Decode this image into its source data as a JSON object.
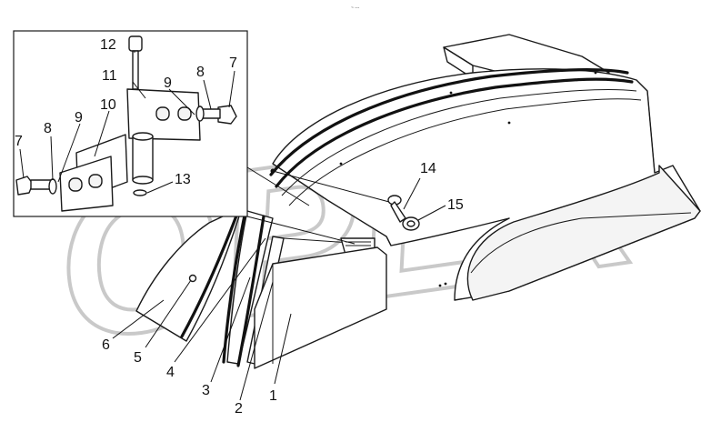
{
  "watermark": {
    "text": "OPEX"
  },
  "header_mark": "~ ---",
  "labels": {
    "l1": "1",
    "l2": "2",
    "l3": "3",
    "l4": "4",
    "l5": "5",
    "l6": "6",
    "l7a": "7",
    "l7b": "7",
    "l8a": "8",
    "l8b": "8",
    "l9a": "9",
    "l9b": "9",
    "l10": "10",
    "l11": "11",
    "l12": "12",
    "l13": "13",
    "l14": "14",
    "l15": "15"
  }
}
